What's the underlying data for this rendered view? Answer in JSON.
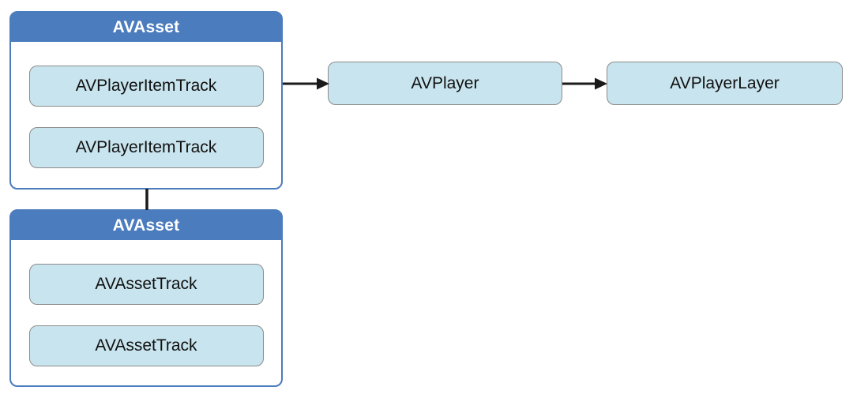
{
  "diagram": {
    "colors": {
      "header_blue": "#4b7cbd",
      "border_blue": "#4b7cbd",
      "item_fill": "#c8e4ee",
      "item_border": "#8c8c8c",
      "connector": "#1a1a1a"
    },
    "groups": [
      {
        "name": "asset-top",
        "title": "AVAsset",
        "items": [
          "AVPlayerItemTrack",
          "AVPlayerItemTrack"
        ]
      },
      {
        "name": "asset-bottom",
        "title": "AVAsset",
        "items": [
          "AVAssetTrack",
          "AVAssetTrack"
        ]
      }
    ],
    "nodes": [
      "AVPlayer",
      "AVPlayerLayer"
    ],
    "connectors": [
      {
        "from": "asset-top",
        "to": "AVPlayer",
        "type": "arrow"
      },
      {
        "from": "AVPlayer",
        "to": "AVPlayerLayer",
        "type": "arrow"
      },
      {
        "from": "asset-top",
        "to": "asset-bottom",
        "type": "line"
      }
    ]
  }
}
